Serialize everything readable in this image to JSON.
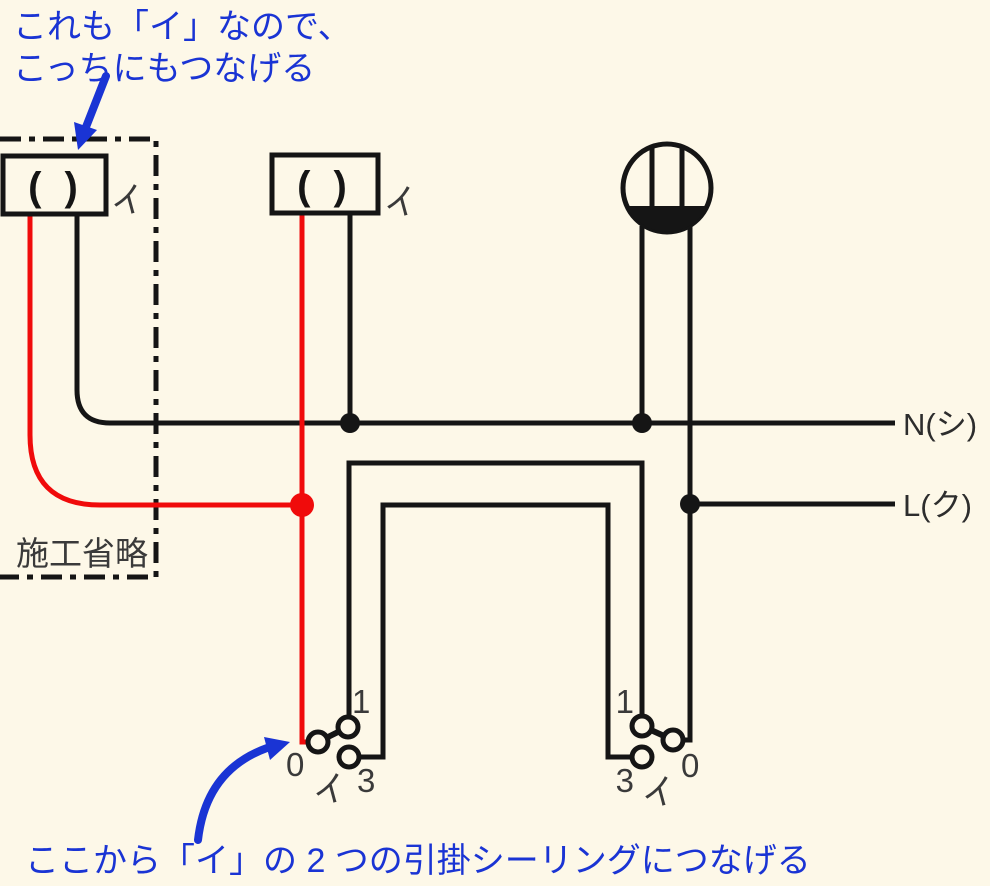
{
  "colors": {
    "bg": "#fdf8e8",
    "ink": "#151515",
    "red": "#f00b0b",
    "blue": "#1a34d4",
    "gray": "#3a3a3a",
    "label_dark": "#2d2d2d"
  },
  "annotations": {
    "top": {
      "line1": "これも「イ」なので、",
      "line2": "こっちにもつなげる"
    },
    "bottom": {
      "text": "ここから「イ」の 2 つの引掛シーリングにつなげる"
    }
  },
  "power": {
    "neutral": "N(シ)",
    "live": "L(ク)"
  },
  "omission": {
    "label": "施工省略"
  },
  "outlets": {
    "left": {
      "symbol": "( )",
      "circuit": "イ"
    },
    "middle": {
      "symbol": "( )",
      "circuit": "イ"
    }
  },
  "switches": {
    "left": {
      "t1": "1",
      "t0": "0",
      "t3": "3",
      "circuit": "イ"
    },
    "right": {
      "t1": "1",
      "t0": "0",
      "t3": "3",
      "circuit": "イ"
    }
  }
}
